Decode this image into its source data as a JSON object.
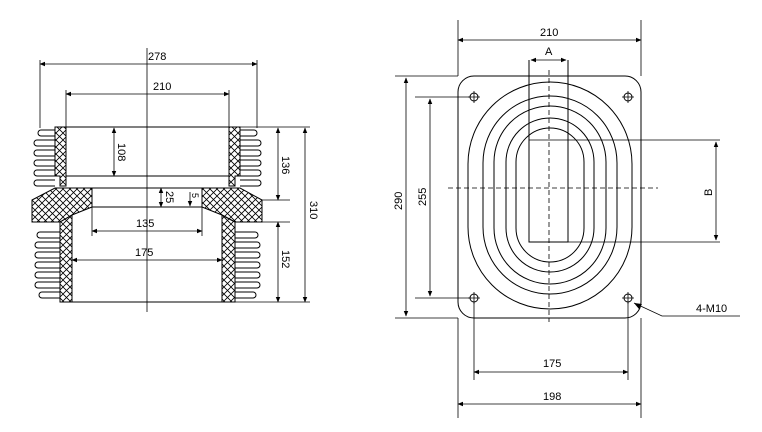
{
  "side_view": {
    "dim_278": "278",
    "dim_210": "210",
    "dim_108": "108",
    "dim_136": "136",
    "dim_25": "25",
    "dim_5": "5",
    "dim_135": "135",
    "dim_175": "175",
    "dim_152": "152",
    "dim_310": "310"
  },
  "top_view": {
    "dim_210": "210",
    "dim_A": "A",
    "dim_290": "290",
    "dim_255": "255",
    "dim_B": "B",
    "dim_175": "175",
    "dim_198": "198",
    "holes_label": "4-M10"
  }
}
